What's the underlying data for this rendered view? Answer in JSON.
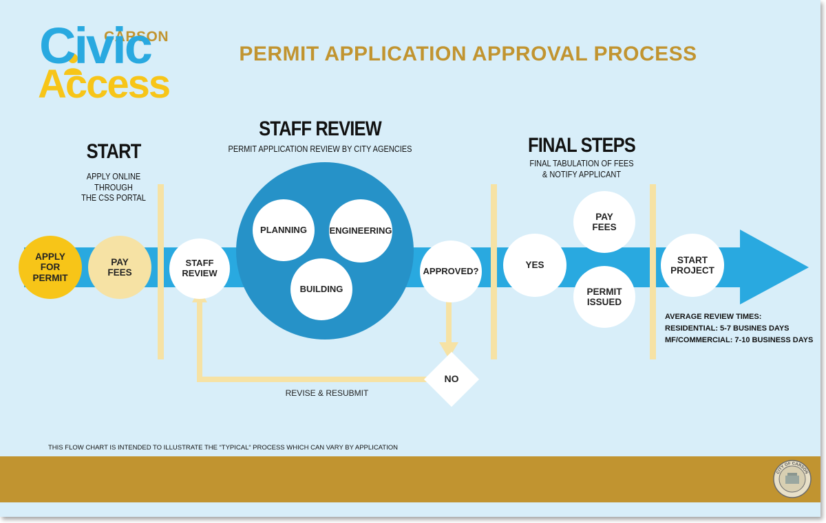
{
  "logo": {
    "city": "CARSON",
    "word1": "Civic",
    "word2": "Access"
  },
  "header": {
    "title": "PERMIT APPLICATION APPROVAL PROCESS"
  },
  "sections": {
    "start": {
      "title": "START",
      "subtitle": "APPLY ONLINE\nTHROUGH\nTHE CSS PORTAL"
    },
    "staff_review": {
      "title": "STAFF REVIEW",
      "subtitle": "PERMIT APPLICATION REVIEW BY CITY AGENCIES"
    },
    "final_steps": {
      "title": "FINAL STEPS",
      "subtitle": "FINAL TABULATION OF FEES\n& NOTIFY APPLICANT"
    }
  },
  "nodes": {
    "apply": "APPLY\nFOR\nPERMIT",
    "pay_fees_1": "PAY\nFEES",
    "staff_review": "STAFF\nREVIEW",
    "planning": "PLANNING",
    "engineering": "ENGINEERING",
    "building": "BUILDING",
    "approved": "APPROVED?",
    "no": "NO",
    "yes": "YES",
    "pay_fees_2": "PAY\nFEES",
    "permit_issued": "PERMIT\nISSUED",
    "start_project": "START\nPROJECT"
  },
  "loop_label": "REVISE & RESUBMIT",
  "review_times": {
    "heading": "AVERAGE REVIEW TIMES:",
    "residential": "RESIDENTIAL: 5-7 BUSINES DAYS",
    "commercial": "MF/COMMERCIAL: 7-10 BUSINESS DAYS"
  },
  "footnote": "THIS FLOW CHART IS INTENDED TO ILLUSTRATE THE “TYPICAL“ PROCESS WHICH CAN VARY BY APPLICATION",
  "seal": {
    "text": "CITY OF CARSON"
  },
  "colors": {
    "background": "#d8eef9",
    "flow_blue": "#29a9e0",
    "review_circle": "#2692c8",
    "accent_gold": "#c19430",
    "apply_yellow": "#f7c518",
    "pale_yellow": "#f6e2a4",
    "logo_blue": "#29a9e0",
    "logo_yellow": "#f7c518"
  }
}
